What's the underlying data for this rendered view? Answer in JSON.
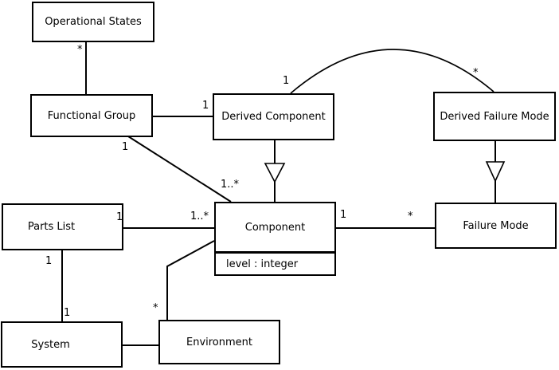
{
  "diagram": {
    "kind": "uml-class-diagram",
    "colors": {
      "background": "#ffffff",
      "line": "#000000",
      "text": "#000000",
      "box_fill": "#ffffff"
    },
    "classes": [
      {
        "id": "operational-states",
        "name": "Operational States"
      },
      {
        "id": "functional-group",
        "name": "Functional Group"
      },
      {
        "id": "derived-component",
        "name": "Derived Component"
      },
      {
        "id": "derived-failure-mode",
        "name": "Derived Failure Mode"
      },
      {
        "id": "parts-list",
        "name": "Parts List"
      },
      {
        "id": "component",
        "name": "Component",
        "attributes": [
          "level : integer"
        ]
      },
      {
        "id": "failure-mode",
        "name": "Failure Mode"
      },
      {
        "id": "system",
        "name": "System"
      },
      {
        "id": "environment",
        "name": "Environment"
      }
    ],
    "relationships": [
      {
        "source": "Operational States",
        "target": "Functional Group",
        "type": "association",
        "source_label": "*"
      },
      {
        "source": "Functional Group",
        "target": "Derived Component",
        "type": "association",
        "target_label": "1"
      },
      {
        "source": "Functional Group",
        "target": "Component",
        "type": "association",
        "source_label": "1",
        "target_label": "1..*"
      },
      {
        "source": "Derived Component",
        "target": "Component",
        "type": "generalization"
      },
      {
        "source": "Derived Failure Mode",
        "target": "Failure Mode",
        "type": "generalization"
      },
      {
        "source": "Derived Component",
        "target": "Derived Failure Mode",
        "type": "association",
        "source_label": "1",
        "target_label": "*"
      },
      {
        "source": "Parts List",
        "target": "Component",
        "type": "association",
        "source_label": "1",
        "target_label": "1..*"
      },
      {
        "source": "Component",
        "target": "Failure Mode",
        "type": "association",
        "source_label": "1",
        "target_label": "*"
      },
      {
        "source": "Parts List",
        "target": "System",
        "type": "association",
        "source_label": "1",
        "target_label": "1"
      },
      {
        "source": "System",
        "target": "Environment",
        "type": "association"
      },
      {
        "source": "Component",
        "target": "Environment",
        "type": "association",
        "target_label": "*"
      }
    ]
  }
}
